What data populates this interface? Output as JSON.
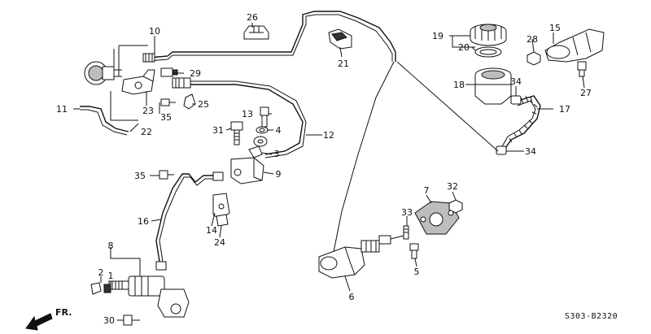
{
  "diagram": {
    "catalog_code": "S303-B2320",
    "direction_label": "FR.",
    "callouts": [
      "1",
      "2",
      "3",
      "4",
      "5",
      "6",
      "7",
      "8",
      "9",
      "10",
      "11",
      "12",
      "13",
      "14",
      "15",
      "16",
      "17",
      "18",
      "19",
      "20",
      "21",
      "22",
      "23",
      "24",
      "25",
      "26",
      "27",
      "28",
      "29",
      "30",
      "31",
      "32",
      "33",
      "34",
      "34",
      "35",
      "35"
    ]
  },
  "colors": {
    "ink": "#111111",
    "paper": "#ffffff",
    "shade": "#bdbdbd"
  }
}
